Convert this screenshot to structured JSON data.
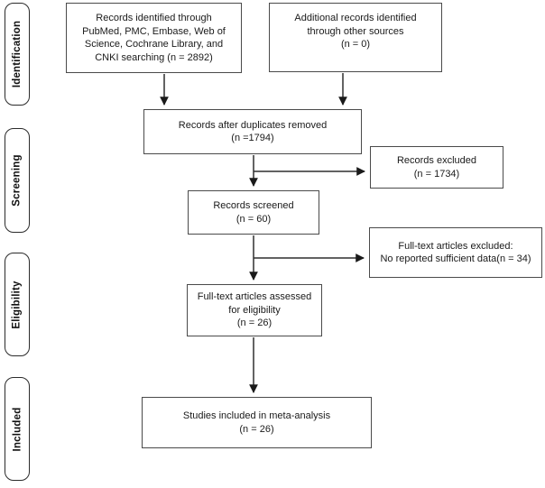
{
  "colors": {
    "box_border": "#4a4a4a",
    "stage_border": "#2b2b2b",
    "arrow": "#2f2f2f",
    "text": "#1a1a1a",
    "background": "#ffffff"
  },
  "stages": {
    "identification": "Identification",
    "screening": "Screening",
    "eligibility": "Eligibility",
    "included": "Included"
  },
  "boxes": {
    "identified": {
      "lines": [
        "Records identified through",
        "PubMed, PMC, Embase, Web of",
        "Science, Cochrane Library, and",
        "CNKI searching (n = 2892)"
      ]
    },
    "additional": {
      "lines": [
        "Additional records identified",
        "through other sources",
        "(n = 0)"
      ]
    },
    "duplicates_removed": {
      "lines": [
        "Records after duplicates removed",
        "(n =1794)"
      ]
    },
    "records_excluded": {
      "lines": [
        "Records excluded",
        "(n = 1734)"
      ]
    },
    "screened": {
      "lines": [
        "Records screened",
        "(n = 60)"
      ]
    },
    "fulltext_excluded": {
      "lines": [
        "Full-text articles excluded:",
        "No reported sufficient data(n = 34)"
      ]
    },
    "fulltext_assessed": {
      "lines": [
        "Full-text articles assessed",
        "for eligibility",
        "(n = 26)"
      ]
    },
    "included_meta": {
      "lines": [
        "Studies included in meta-analysis",
        "(n = 26)"
      ]
    }
  }
}
